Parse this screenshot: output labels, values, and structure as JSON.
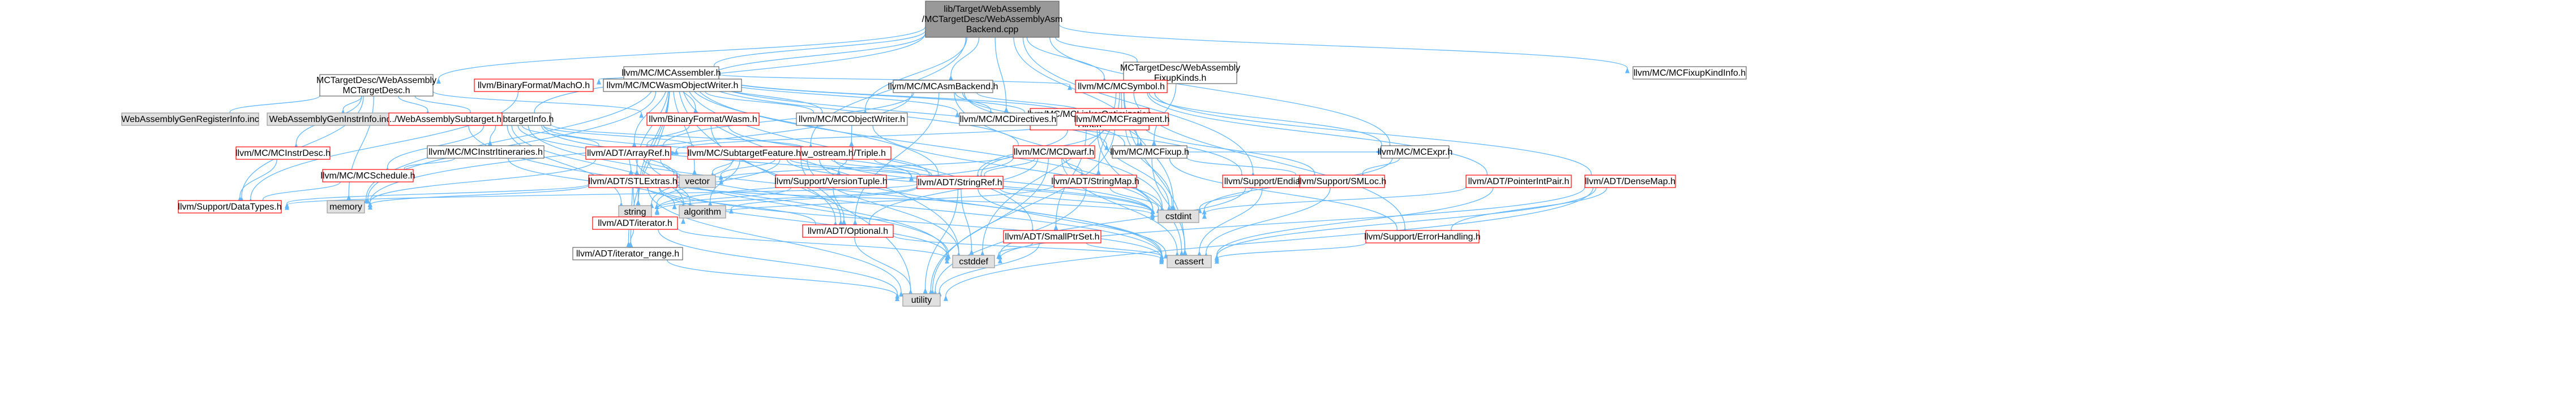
{
  "colors": {
    "edge": "#63b8ff",
    "root_fill": "#999999",
    "plain_fill": "#ffffff",
    "plain_border": "#666666",
    "red_border": "#ff0000",
    "missing_fill": "#e0e0e0",
    "missing_border": "#999999",
    "text": "#000000"
  },
  "nodes": [
    {
      "id": "root",
      "kind": "root",
      "lines": [
        "lib/Target/WebAssembly",
        "/MCTargetDesc/WebAssemblyAsm",
        "Backend.cpp"
      ]
    },
    {
      "id": "mcassembler",
      "kind": "plain",
      "lines": [
        "llvm/MC/MCAssembler.h"
      ]
    },
    {
      "id": "wasmfixupkinds",
      "kind": "plain",
      "lines": [
        "MCTargetDesc/WebAssembly",
        "FixupKinds.h"
      ]
    },
    {
      "id": "mcfixupkindinfo",
      "kind": "plain",
      "lines": [
        "llvm/MC/MCFixupKindInfo.h"
      ]
    },
    {
      "id": "wasmmctargetdesc",
      "kind": "plain",
      "lines": [
        "MCTargetDesc/WebAssembly",
        "MCTargetDesc.h"
      ]
    },
    {
      "id": "machoh",
      "kind": "red",
      "lines": [
        "llvm/BinaryFormat/MachO.h"
      ]
    },
    {
      "id": "mcwasmobjwriter",
      "kind": "plain",
      "lines": [
        "llvm/MC/MCWasmObjectWriter.h"
      ]
    },
    {
      "id": "mcasmbackend",
      "kind": "plain",
      "lines": [
        "llvm/MC/MCAsmBackend.h"
      ]
    },
    {
      "id": "mcsymbol",
      "kind": "red",
      "lines": [
        "llvm/MC/MCSymbol.h"
      ]
    },
    {
      "id": "mclinkeropt",
      "kind": "red",
      "lines": [
        "llvm/MC/MCLinkerOptimization",
        "Hint.h"
      ]
    },
    {
      "id": "binformatwasm",
      "kind": "red",
      "lines": [
        "llvm/BinaryFormat/Wasm.h"
      ]
    },
    {
      "id": "mcobjectwriter",
      "kind": "plain",
      "lines": [
        "llvm/MC/MCObjectWriter.h"
      ]
    },
    {
      "id": "mcdirectives",
      "kind": "plain",
      "lines": [
        "llvm/MC/MCDirectives.h"
      ]
    },
    {
      "id": "mcfragment",
      "kind": "red",
      "lines": [
        "llvm/MC/MCFragment.h"
      ]
    },
    {
      "id": "mcsubtargetinfo",
      "kind": "plain",
      "lines": [
        "llvm/MC/MCSubtargetInfo.h"
      ]
    },
    {
      "id": "wasmgenreginfo",
      "kind": "missing",
      "lines": [
        "WebAssemblyGenRegisterInfo.inc"
      ]
    },
    {
      "id": "wasmgeninstrinfo",
      "kind": "missing",
      "lines": [
        "WebAssemblyGenInstrInfo.inc"
      ]
    },
    {
      "id": "wasmsubtarget",
      "kind": "red",
      "lines": [
        "../WebAssemblySubtarget.h"
      ]
    },
    {
      "id": "mcinstrdesc",
      "kind": "red",
      "lines": [
        "llvm/MC/MCInstrDesc.h"
      ]
    },
    {
      "id": "adttriple",
      "kind": "red",
      "lines": [
        "llvm/ADT/Triple.h"
      ]
    },
    {
      "id": "rawostream",
      "kind": "red",
      "lines": [
        "llvm/Support/raw_ostream.h"
      ]
    },
    {
      "id": "mcdwarf",
      "kind": "red",
      "lines": [
        "llvm/MC/MCDwarf.h"
      ]
    },
    {
      "id": "mcfixup",
      "kind": "plain",
      "lines": [
        "llvm/MC/MCFixup.h"
      ]
    },
    {
      "id": "mcexpr",
      "kind": "plain",
      "lines": [
        "llvm/MC/MCExpr.h"
      ]
    },
    {
      "id": "adtarrayref",
      "kind": "red",
      "lines": [
        "llvm/ADT/ArrayRef.h"
      ]
    },
    {
      "id": "mcsubtargetfeature",
      "kind": "red",
      "lines": [
        "llvm/MC/SubtargetFeature.h"
      ]
    },
    {
      "id": "mcinstritineraries",
      "kind": "plain",
      "lines": [
        "llvm/MC/MCInstrItineraries.h"
      ]
    },
    {
      "id": "mcschedule",
      "kind": "red",
      "lines": [
        "llvm/MC/MCSchedule.h"
      ]
    },
    {
      "id": "adtstlextras",
      "kind": "red",
      "lines": [
        "llvm/ADT/STLExtras.h"
      ]
    },
    {
      "id": "versiontuple",
      "kind": "red",
      "lines": [
        "llvm/Support/VersionTuple.h"
      ]
    },
    {
      "id": "adtstringref",
      "kind": "red",
      "lines": [
        "llvm/ADT/StringRef.h"
      ]
    },
    {
      "id": "adtstringmap",
      "kind": "red",
      "lines": [
        "llvm/ADT/StringMap.h"
      ]
    },
    {
      "id": "supportendian",
      "kind": "red",
      "lines": [
        "llvm/Support/Endian.h"
      ]
    },
    {
      "id": "supportsmloc",
      "kind": "red",
      "lines": [
        "llvm/Support/SMLoc.h"
      ]
    },
    {
      "id": "adtpointerintpair",
      "kind": "red",
      "lines": [
        "llvm/ADT/PointerIntPair.h"
      ]
    },
    {
      "id": "adtdensemap",
      "kind": "red",
      "lines": [
        "llvm/ADT/DenseMap.h"
      ]
    },
    {
      "id": "vector",
      "kind": "missing",
      "lines": [
        "vector"
      ]
    },
    {
      "id": "memory",
      "kind": "missing",
      "lines": [
        "memory"
      ]
    },
    {
      "id": "supportdatatypes",
      "kind": "red",
      "lines": [
        "llvm/Support/DataTypes.h"
      ]
    },
    {
      "id": "string",
      "kind": "missing",
      "lines": [
        "string"
      ]
    },
    {
      "id": "algorithm",
      "kind": "missing",
      "lines": [
        "algorithm"
      ]
    },
    {
      "id": "adtiterator",
      "kind": "red",
      "lines": [
        "llvm/ADT/iterator.h"
      ]
    },
    {
      "id": "adtoptional",
      "kind": "red",
      "lines": [
        "llvm/ADT/Optional.h"
      ]
    },
    {
      "id": "cstdint",
      "kind": "missing",
      "lines": [
        "cstdint"
      ]
    },
    {
      "id": "adtsmallptrset",
      "kind": "red",
      "lines": [
        "llvm/ADT/SmallPtrSet.h"
      ]
    },
    {
      "id": "errorhandling",
      "kind": "red",
      "lines": [
        "llvm/Support/ErrorHandling.h"
      ]
    },
    {
      "id": "iteratorrange",
      "kind": "plain",
      "lines": [
        "llvm/ADT/iterator_range.h"
      ]
    },
    {
      "id": "cstddef",
      "kind": "missing",
      "lines": [
        "cstddef"
      ]
    },
    {
      "id": "cassert",
      "kind": "missing",
      "lines": [
        "cassert"
      ]
    },
    {
      "id": "utility",
      "kind": "missing",
      "lines": [
        "utility"
      ]
    }
  ]
}
